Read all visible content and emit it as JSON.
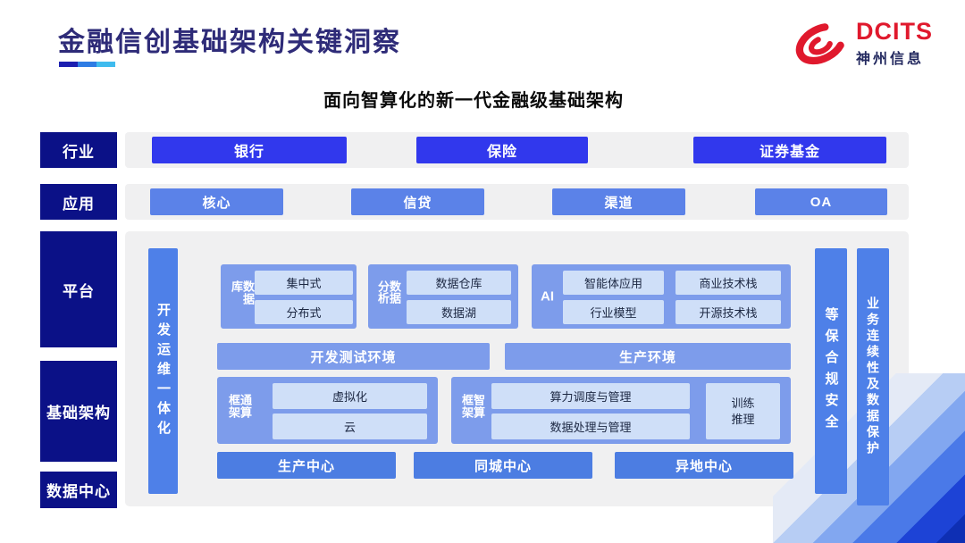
{
  "header": {
    "title": "金融信创基础架构关键洞察",
    "logo": {
      "brand": "DCITS",
      "company": "神州信息"
    }
  },
  "subtitle": "面向智算化的新一代金融级基础架构",
  "row_labels": {
    "industry": "行业",
    "application": "应用",
    "platform": "平台",
    "infrastructure": "基础架构",
    "datacenter": "数据中心"
  },
  "industry_items": [
    "银行",
    "保险",
    "证券基金"
  ],
  "application_items": [
    "核心",
    "信贷",
    "渠道",
    "OA"
  ],
  "platform": {
    "devops_bar": "开发运维一体化",
    "database_group": {
      "label": "数据库",
      "items": [
        "集中式",
        "分布式"
      ]
    },
    "analytics_group": {
      "label": "数据分析",
      "items": [
        "数据仓库",
        "数据湖"
      ]
    },
    "ai_group": {
      "label": "AI",
      "col1": [
        "智能体应用",
        "行业模型"
      ],
      "col2": [
        "商业技术栈",
        "开源技术栈"
      ]
    },
    "env_bars": [
      "开发测试环境",
      "生产环境"
    ],
    "general_compute_group": {
      "label": "通算框架",
      "items": [
        "虚拟化",
        "云"
      ]
    },
    "smart_compute_group": {
      "label": "智算框架",
      "items": [
        "算力调度与管理",
        "数据处理与管理"
      ],
      "side_box": "训练\n推理"
    },
    "centers": [
      "生产中心",
      "同城中心",
      "异地中心"
    ],
    "security_bar": "等保合规安全",
    "continuity_bar": "业务连续性及数据保护"
  },
  "colors": {
    "label_navy": "#0b1187",
    "vivid_blue": "#3138ed",
    "app_blue": "#5b82e8",
    "pillar_blue": "#4e80e8",
    "group_blue": "#7d9ceb",
    "inner_light_blue": "#cfdff8",
    "center_blue": "#4c7de2",
    "brand_red": "#e0192d",
    "title_navy": "#2e2b78"
  }
}
